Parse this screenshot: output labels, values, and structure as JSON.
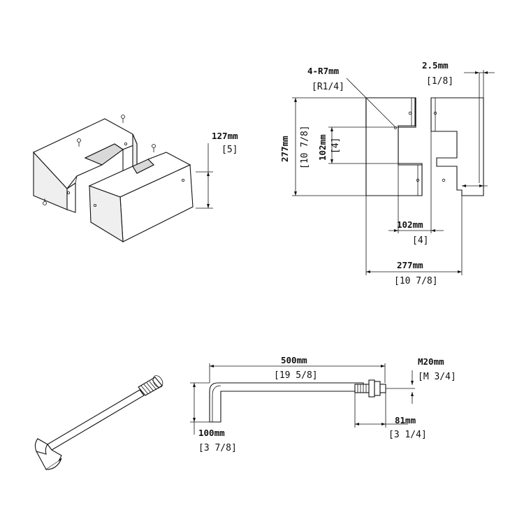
{
  "labels": {
    "cover_height_mm": "127mm",
    "cover_height_in": "[5]",
    "radius_mm": "4-R7mm",
    "radius_in": "[R1/4]",
    "thickness_mm": "2.5mm",
    "thickness_in": "[1/8]",
    "side_height_mm": "277mm",
    "side_height_in": "[10 7/8]",
    "notch_height_mm": "102mm",
    "notch_height_in": "[4]",
    "notch_width_mm": "102mm",
    "notch_width_in": "[4]",
    "overall_width_mm": "277mm",
    "overall_width_in": "[10 7/8]",
    "bolt_length_mm": "500mm",
    "bolt_length_in": "[19 5/8]",
    "thread_size_mm": "M20mm",
    "thread_size_in": "[M 3/4]",
    "hook_length_mm": "100mm",
    "hook_length_in": "[3 7/8]",
    "thread_length_mm": "81mm",
    "thread_length_in": "[3 1/4]"
  }
}
